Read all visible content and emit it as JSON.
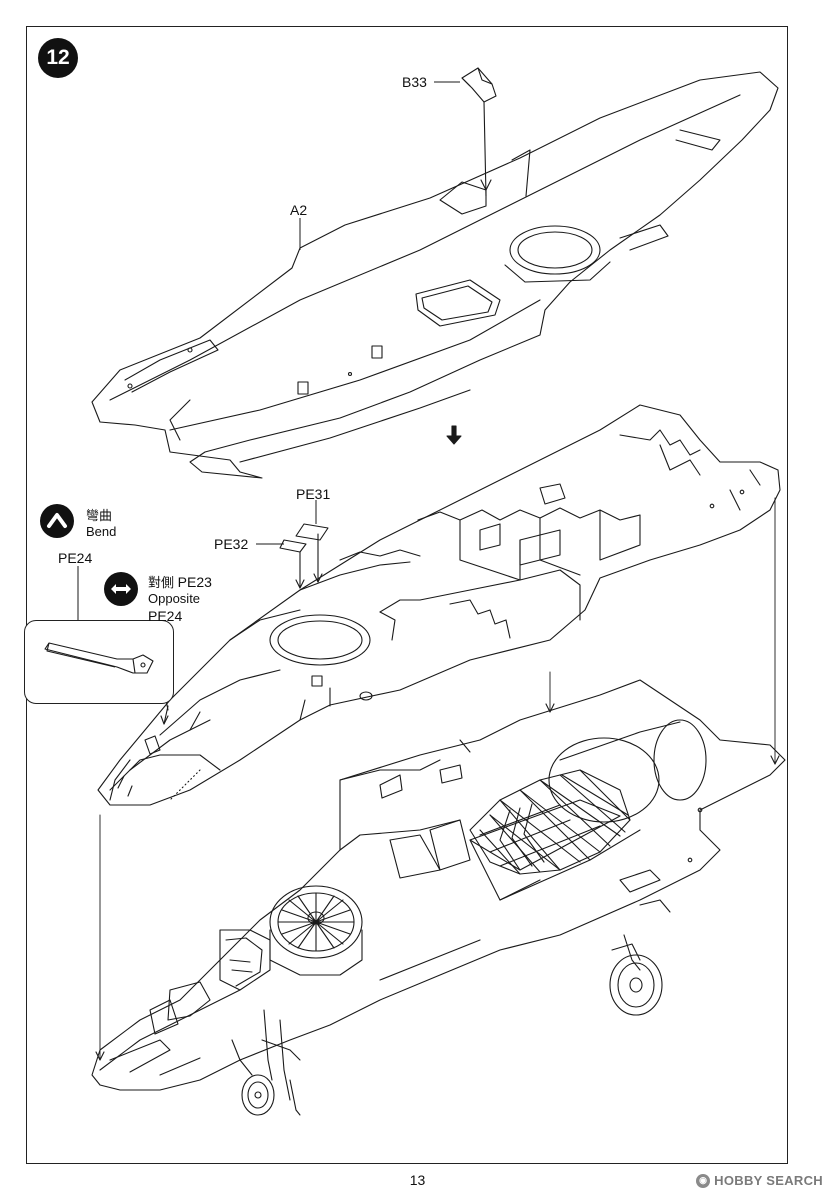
{
  "step": {
    "number": "12"
  },
  "labels": {
    "b33": "B33",
    "a2": "A2",
    "pe31": "PE31",
    "pe32": "PE32",
    "pe24_top": "PE24",
    "pe24_callout": "PE24"
  },
  "legend": {
    "bend": {
      "cjk": "彎曲",
      "en": "Bend",
      "icon": "bend-icon"
    },
    "opposite": {
      "cjk": "對側",
      "part": "PE23",
      "en": "Opposite",
      "icon": "opposite-arrow-icon"
    }
  },
  "footer": {
    "page_number": "13",
    "watermark_logo": "HOBBY SEARCH"
  },
  "colors": {
    "line": "#1a1a1a",
    "paper": "#ffffff",
    "badge": "#111111",
    "watermark": "#7a7a7a"
  }
}
